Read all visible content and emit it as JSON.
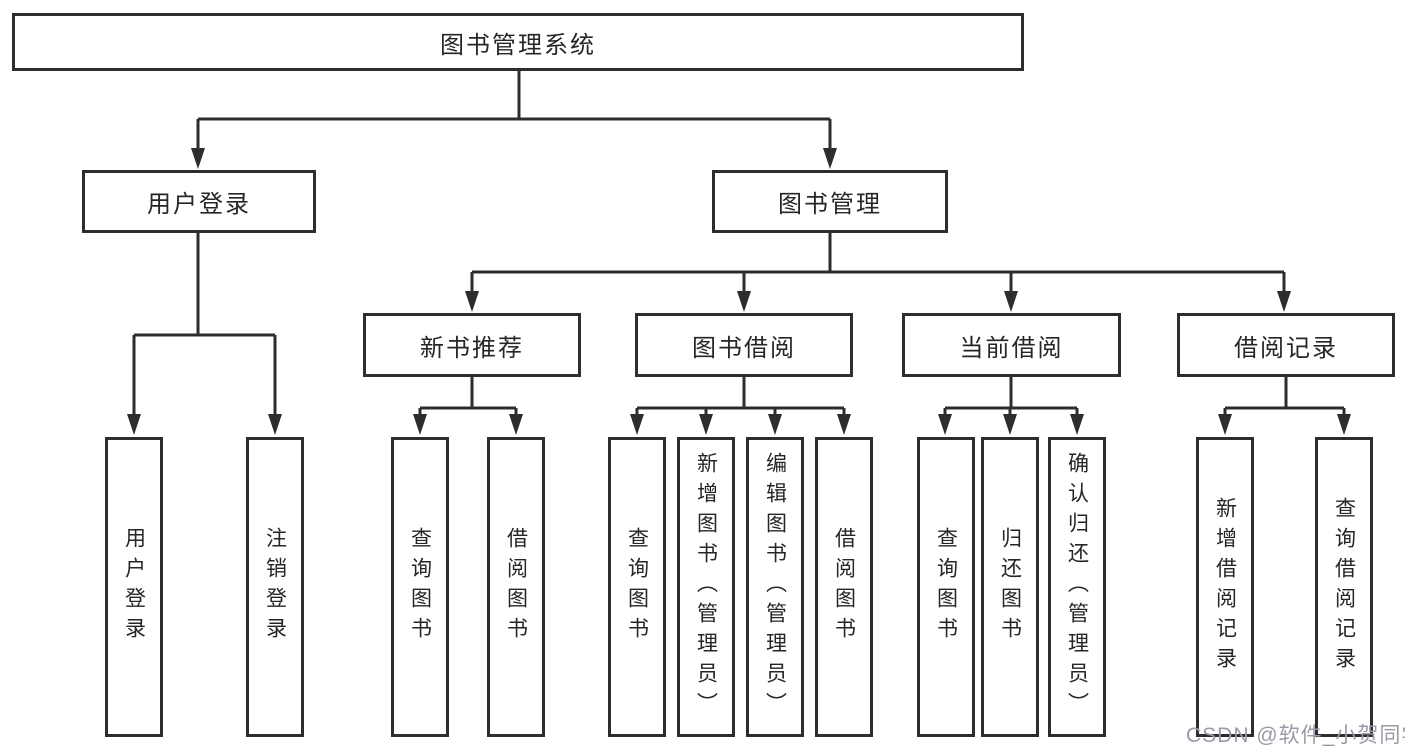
{
  "nodes": {
    "root": "图书管理系统",
    "user_login": "用户登录",
    "book_mgmt": "图书管理",
    "new_book_rec": "新书推荐",
    "book_borrow": "图书借阅",
    "current_borrow": "当前借阅",
    "borrow_records": "借阅记录",
    "leaf_user_login": "用户登录",
    "leaf_logout": "注销登录",
    "leaf_query_book_1": "查询图书",
    "leaf_borrow_book_1": "借阅图书",
    "leaf_query_book_2": "查询图书",
    "leaf_add_book": "新增图书（管理员）",
    "leaf_edit_book": "编辑图书（管理员）",
    "leaf_borrow_book_2": "借阅图书",
    "leaf_query_book_3": "查询图书",
    "leaf_return_book": "归还图书",
    "leaf_confirm_return": "确认归还（管理员）",
    "leaf_add_borrow_record": "新增借阅记录",
    "leaf_query_borrow_record": "查询借阅记录"
  },
  "hierarchy": {
    "图书管理系统": {
      "用户登录": [
        "用户登录",
        "注销登录"
      ],
      "图书管理": {
        "新书推荐": [
          "查询图书",
          "借阅图书"
        ],
        "图书借阅": [
          "查询图书",
          "新增图书（管理员）",
          "编辑图书（管理员）",
          "借阅图书"
        ],
        "当前借阅": [
          "查询图书",
          "归还图书",
          "确认归还（管理员）"
        ],
        "借阅记录": [
          "新增借阅记录",
          "查询借阅记录"
        ]
      }
    }
  },
  "watermark": "CSDN @软件_小贺同学",
  "colors": {
    "background": "#ffffff",
    "line": "#2d2d2d",
    "box_border": "#2d2d2d",
    "box_fill": "#ffffff",
    "text": "#262626",
    "watermark": "#989ca6"
  }
}
